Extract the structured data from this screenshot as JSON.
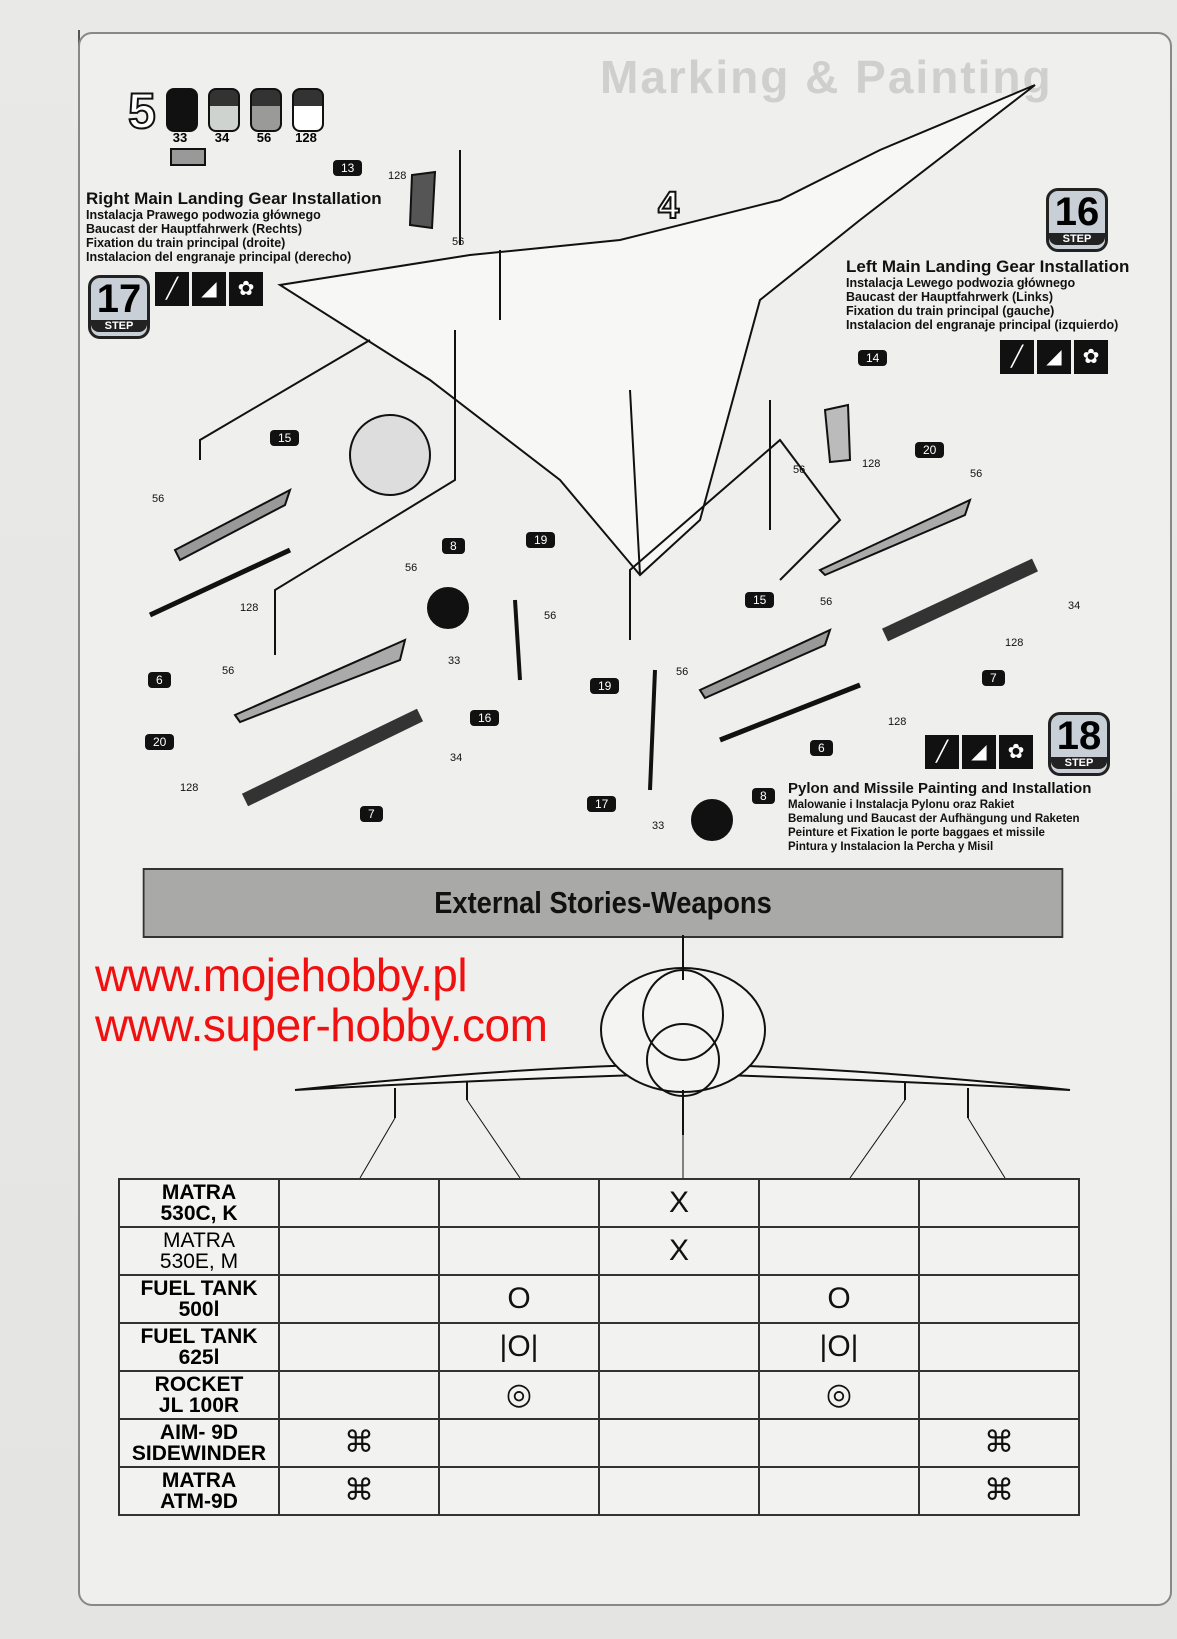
{
  "background_heading": "Marking & Painting",
  "paint_step": {
    "number": "5",
    "colors": [
      "33",
      "34",
      "56",
      "128"
    ]
  },
  "step17": {
    "number": "17",
    "step_label": "STEP",
    "title": "Right Main Landing Gear Installation",
    "lines": [
      "Instalacja Prawego podwozia głównego",
      "Baucast der Hauptfahrwerk (Rechts)",
      "Fixation du train principal (droite)",
      "Instalacion  del engranaje principal (derecho)"
    ]
  },
  "step16": {
    "number": "16",
    "step_label": "STEP",
    "title": "Left Main Landing Gear Installation",
    "lines": [
      "Instalacja Lewego podwozia głównego",
      "Baucast der Hauptfahrwerk (Links)",
      "Fixation du train principal (gauche)",
      "Instalacion  del engranaje principal (izquierdo)"
    ]
  },
  "step18": {
    "number": "18",
    "step_label": "STEP",
    "title": "Pylon and Missile Painting and Installation",
    "lines": [
      "Malowanie i Instalacja Pylonu oraz Rakiet",
      "Bemalung und Baucast der Aufhängung und Raketen",
      "Peinture et Fixation le porte baggaes et missile",
      "Pintura y Instalacion la Percha y Misil"
    ]
  },
  "diagram_marker": "4",
  "callouts": [
    "13",
    "14",
    "15",
    "15",
    "20",
    "20",
    "6",
    "6",
    "7",
    "7",
    "8",
    "8",
    "19",
    "19",
    "16",
    "17"
  ],
  "paint_refs": [
    "128",
    "56",
    "56",
    "128",
    "56",
    "128",
    "56",
    "33",
    "56",
    "56",
    "34",
    "128",
    "56",
    "128",
    "33",
    "56",
    "128",
    "56",
    "34"
  ],
  "watermark": "www.mojehobby.pl www.super-hobby.com",
  "weapons": {
    "heading": "External Stories-Weapons",
    "rows": [
      {
        "label": [
          "MATRA",
          "530C, K"
        ],
        "bold": true,
        "stations": [
          "",
          "",
          "X",
          "",
          ""
        ]
      },
      {
        "label": [
          "MATRA",
          "530E, M"
        ],
        "bold": false,
        "stations": [
          "",
          "",
          "X",
          "",
          ""
        ]
      },
      {
        "label": [
          "FUEL TANK",
          "500l"
        ],
        "bold": true,
        "stations": [
          "",
          "O",
          "",
          "O",
          ""
        ]
      },
      {
        "label": [
          "FUEL TANK",
          "625l"
        ],
        "bold": true,
        "stations": [
          "",
          "|O|",
          "",
          "|O|",
          ""
        ]
      },
      {
        "label": [
          "ROCKET",
          "JL 100R"
        ],
        "bold": true,
        "stations": [
          "",
          "◎",
          "",
          "◎",
          ""
        ]
      },
      {
        "label": [
          "AIM- 9D",
          "SIDEWINDER"
        ],
        "bold": true,
        "stations": [
          "⌘",
          "",
          "",
          "",
          "⌘"
        ]
      },
      {
        "label": [
          "MATRA",
          "ATM-9D"
        ],
        "bold": true,
        "stations": [
          "⌘",
          "",
          "",
          "",
          "⌘"
        ]
      }
    ]
  }
}
